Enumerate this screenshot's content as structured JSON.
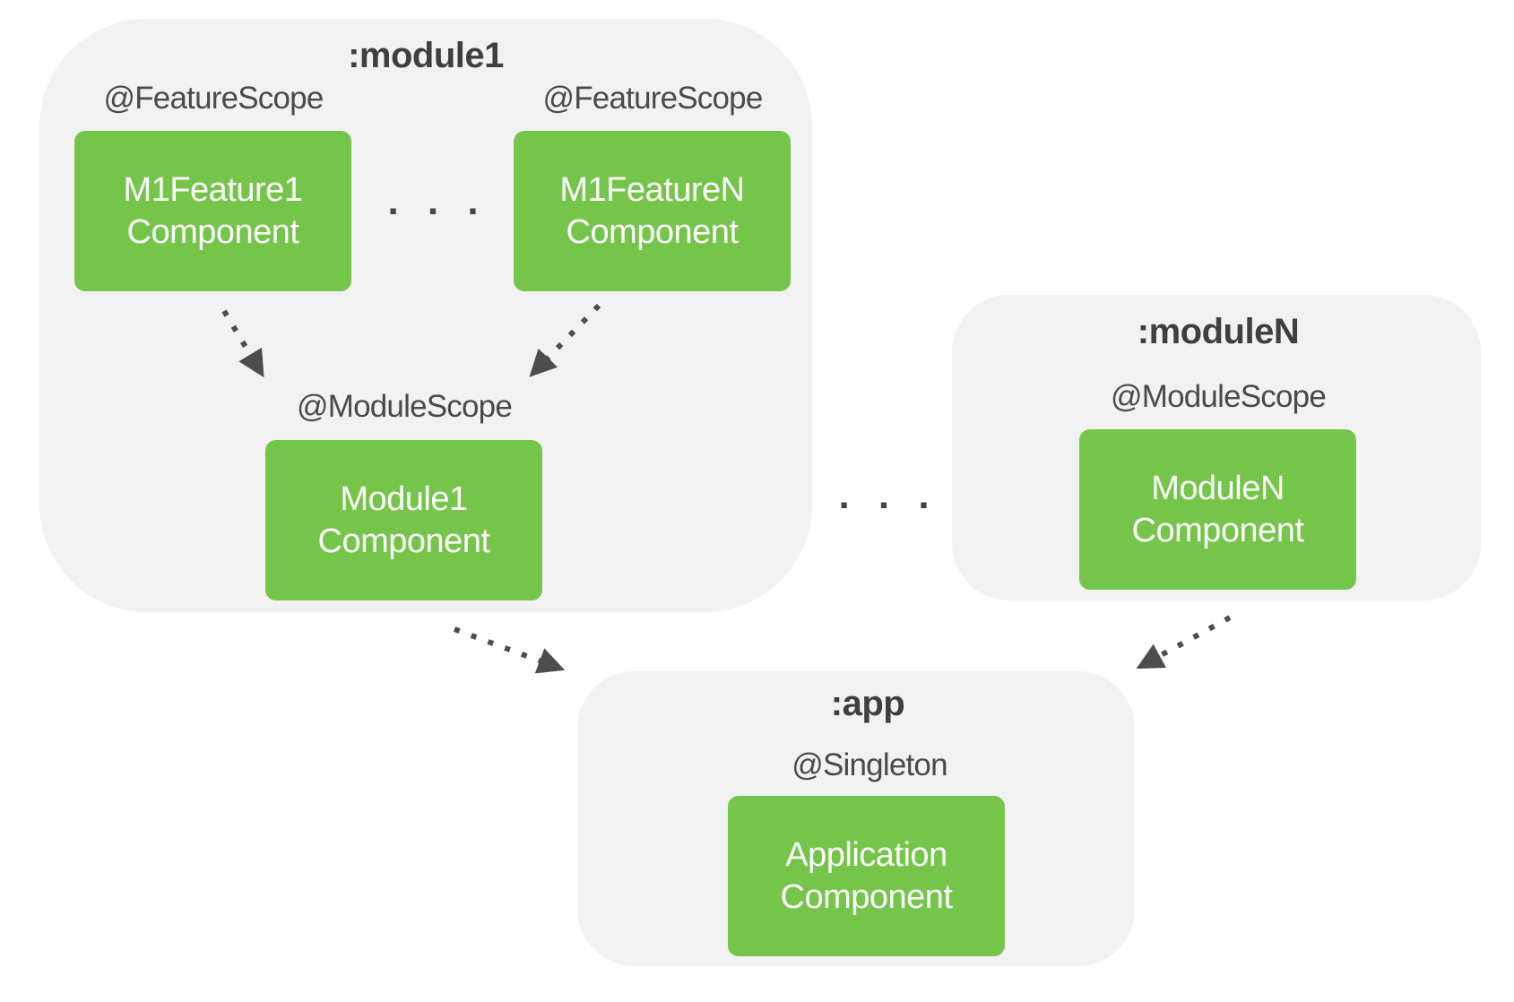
{
  "modules": {
    "module1": {
      "title": ":module1",
      "feature1": {
        "scope": "@FeatureScope",
        "line1": "M1Feature1",
        "line2": "Component"
      },
      "featureN": {
        "scope": "@FeatureScope",
        "line1": "M1FeatureN",
        "line2": "Component"
      },
      "feature_ellipsis": ". . .",
      "module_component": {
        "scope": "@ModuleScope",
        "line1": "Module1",
        "line2": "Component"
      }
    },
    "moduleN": {
      "title": ":moduleN",
      "module_component": {
        "scope": "@ModuleScope",
        "line1": "ModuleN",
        "line2": "Component"
      }
    },
    "module_ellipsis": ". . .",
    "app": {
      "title": ":app",
      "component": {
        "scope": "@Singleton",
        "line1": "Application",
        "line2": "Component"
      }
    }
  },
  "colors": {
    "container": "#f2f2f2",
    "component": "#74c549",
    "component_text": "#ffffff",
    "text": "#4a4a4a",
    "arrow": "#4d4d4d"
  }
}
